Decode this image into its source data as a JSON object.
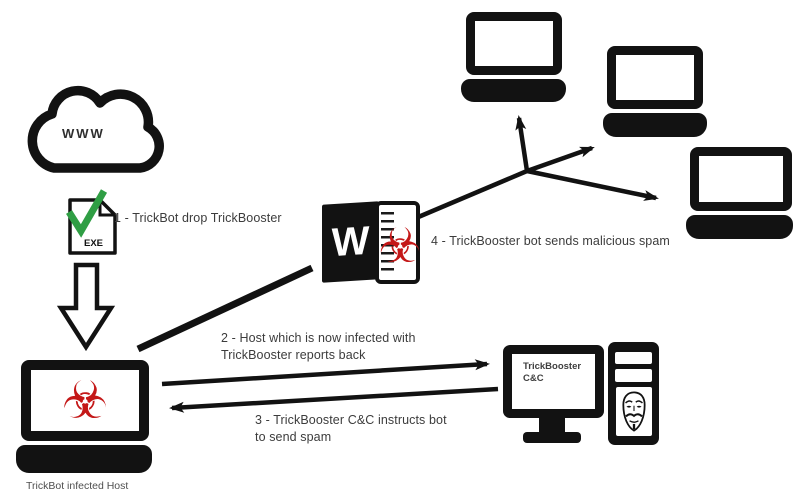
{
  "colors": {
    "ink": "#121212",
    "red": "#c41818",
    "green": "#2f9e44",
    "text": "#3c3c3c",
    "muted": "#4f4f4f"
  },
  "cloud": {
    "label": "WWW"
  },
  "dropper": {
    "file_label": "EXE"
  },
  "labels": {
    "step1": "1 - TrickBot drop TrickBooster",
    "step2_line1": "2 - Host which is now infected with",
    "step2_line2": "TrickBooster reports back",
    "step3_line1": "3 - TrickBooster C&C instructs bot",
    "step3_line2": "to send spam",
    "step4": "4 - TrickBooster bot sends malicious spam",
    "infected_host": "TrickBot infected Host"
  },
  "word_doc": {
    "app_letter": "W",
    "biohazard_icon": "☣"
  },
  "infected_host": {
    "biohazard_icon": "☣"
  },
  "cnc": {
    "screen_line1": "TrickBooster",
    "screen_line2": "C&C"
  }
}
